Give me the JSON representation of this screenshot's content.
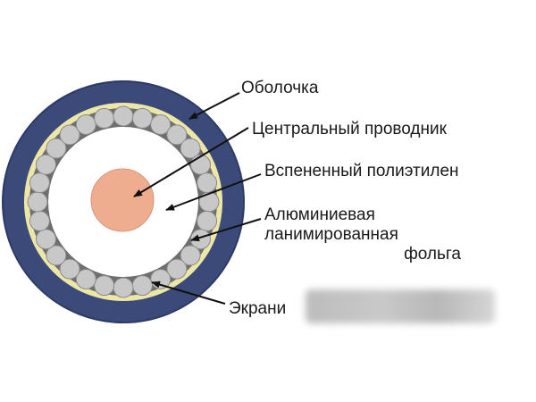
{
  "labels": {
    "jacket": "Оболочка",
    "central_conductor": "Центральный проводник",
    "foamed_polyethylene": "Вспененный полиэтилен",
    "foil_line1": "Алюминиевая",
    "foil_line2": "ланимированная",
    "foil_line3": "фольга",
    "shield": "Экрани"
  },
  "colors": {
    "jacket": "#3b4a79",
    "jacket_edge": "#2c3a66",
    "foil": "#ece7a6",
    "braid_ring": "#6e6e6e",
    "wire": "#c8c8c8",
    "wire_edge": "#8a8a8a",
    "insulation": "#ffffff",
    "conductor": "#efad8f",
    "conductor_edge": "#d8947a",
    "arrow": "#111111"
  }
}
